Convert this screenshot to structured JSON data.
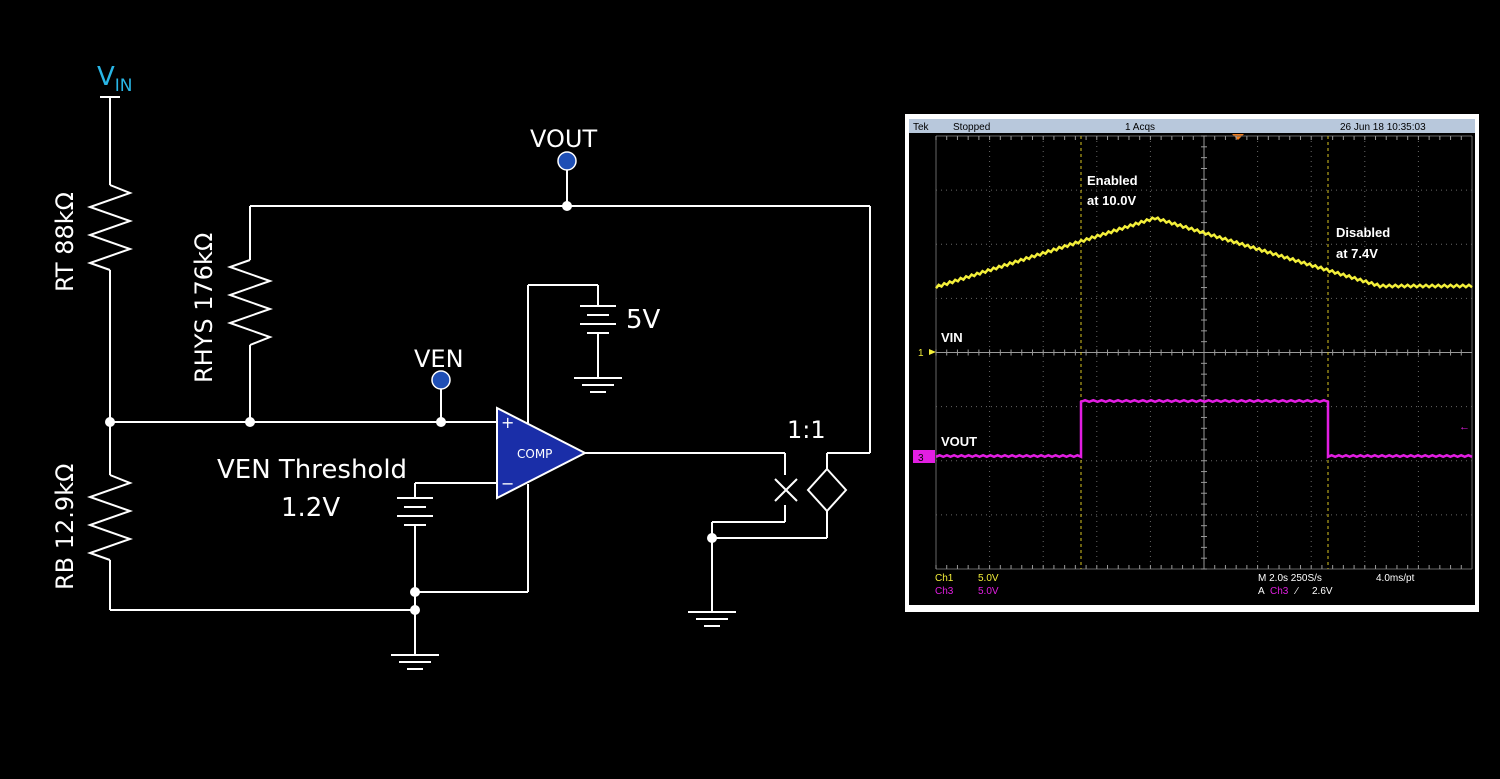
{
  "schematic": {
    "vin_label": "V",
    "vin_sub": "IN",
    "vout_label": "VOUT",
    "ven_label": "VEN",
    "rt_label": "RT 88kΩ",
    "rhys_label": "RHYS 176kΩ",
    "rb_label": "RB 12.9kΩ",
    "supply_label": "5V",
    "threshold_label": "VEN Threshold",
    "threshold_value": "1.2V",
    "comp_label": "COMP",
    "plus_sign": "+",
    "minus_sign": "−",
    "ratio_label": "1:1",
    "colors": {
      "vin": "#29b6e6",
      "probe": "#1f4fb5",
      "comp": "#1a2ea8"
    }
  },
  "scope": {
    "brand": "Tek",
    "status": "Stopped",
    "acqs": "1 Acqs",
    "datetime": "26 Jun 18 10:35:03",
    "enabled_line1": "Enabled",
    "enabled_line2": "at 10.0V",
    "disabled_line1": "Disabled",
    "disabled_line2": "at 7.4V",
    "ch1_name": "VIN",
    "ch3_name": "VOUT",
    "ch1_marker": "1",
    "ch3_marker": "3",
    "ch1_label": "Ch1",
    "ch1_scale": "5.0V",
    "ch3_label": "Ch3",
    "ch3_scale": "5.0V",
    "timebase": "M 2.0s 250S/s",
    "rate": "4.0ms/pt",
    "trigger_prefix": "A",
    "trigger_source": "Ch3",
    "trigger_slope": "∕",
    "trigger_level": "2.6V",
    "colors": {
      "ch1": "#f3ef3a",
      "ch3": "#e21ee2",
      "grid": "#666666",
      "cursor": "#d8c320"
    }
  }
}
